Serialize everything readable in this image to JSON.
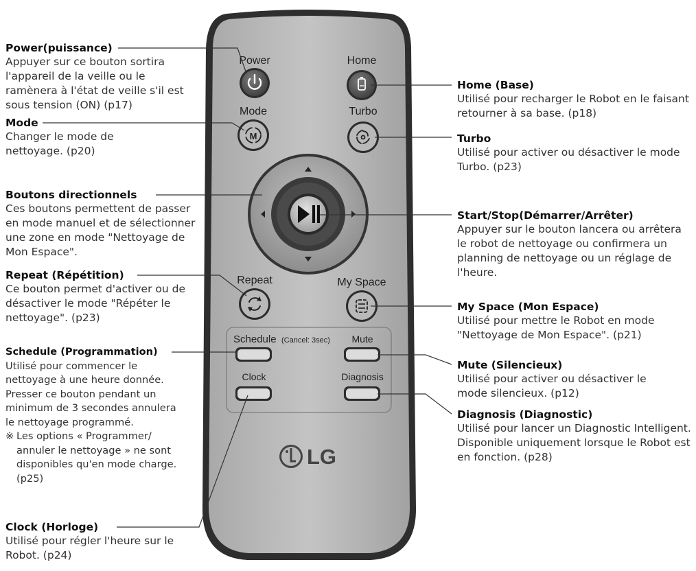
{
  "remote": {
    "power_label": "Power",
    "home_label": "Home",
    "mode_label": "Mode",
    "turbo_label": "Turbo",
    "repeat_label": "Repeat",
    "myspace_label": "My Space",
    "schedule_label": "Schedule",
    "schedule_cancel": "(Cancel: 3sec)",
    "mute_label": "Mute",
    "clock_label": "Clock",
    "diagnosis_label": "Diagnosis",
    "logo_text": "LG"
  },
  "callouts": {
    "power": {
      "title": "Power(puissance)",
      "desc": "Appuyer sur ce bouton sortira l'appareil de la veille ou le ramènera à l'état de veille s'il est sous tension (ON) (p17)"
    },
    "mode": {
      "title": "Mode",
      "desc": "Changer le mode de nettoyage. (p20)"
    },
    "directional": {
      "title": "Boutons directionnels",
      "desc": "Ces boutons permettent de passer en mode manuel et de sélectionner une zone en mode \"Nettoyage de Mon Espace\"."
    },
    "repeat": {
      "title": "Repeat (Répétition)",
      "desc": "Ce bouton permet d'activer ou de désactiver le mode \"Répéter le nettoyage\". (p23)"
    },
    "schedule": {
      "title": "Schedule (Programmation)",
      "desc": "Utilisé pour commencer le nettoyage à une heure donnée. Presser ce bouton pendant un minimum de 3 secondes annulera le nettoyage programmé.",
      "note_mark": "※",
      "note": "Les options « Programmer/ annuler le nettoyage » ne sont disponibles qu'en mode charge. (p25)"
    },
    "clock": {
      "title": "Clock (Horloge)",
      "desc": "Utilisé pour régler l'heure sur le Robot. (p24)"
    },
    "home": {
      "title": "Home (Base)",
      "desc": "Utilisé pour recharger le Robot en le faisant retourner à sa base. (p18)"
    },
    "turbo": {
      "title": "Turbo",
      "desc": "Utilisé pour activer ou désactiver le mode Turbo. (p23)"
    },
    "startstop": {
      "title": "Start/Stop(Démarrer/Arrêter)",
      "desc": "Appuyer sur le bouton lancera ou arrêtera le robot de nettoyage ou confirmera un planning de nettoyage ou un réglage de l'heure."
    },
    "myspace": {
      "title": "My Space (Mon Espace)",
      "desc": "Utilisé pour mettre le Robot en mode \"Nettoyage de Mon Espace\". (p21)"
    },
    "mute": {
      "title": "Mute (Silencieux)",
      "desc": "Utilisé pour activer ou désactiver le mode silencieux. (p12)"
    },
    "diagnosis": {
      "title": "Diagnosis (Diagnostic)",
      "desc": "Utilisé pour lancer un Diagnostic Intelligent. Disponible uniquement lorsque le Robot est en fonction. (p28)"
    }
  }
}
